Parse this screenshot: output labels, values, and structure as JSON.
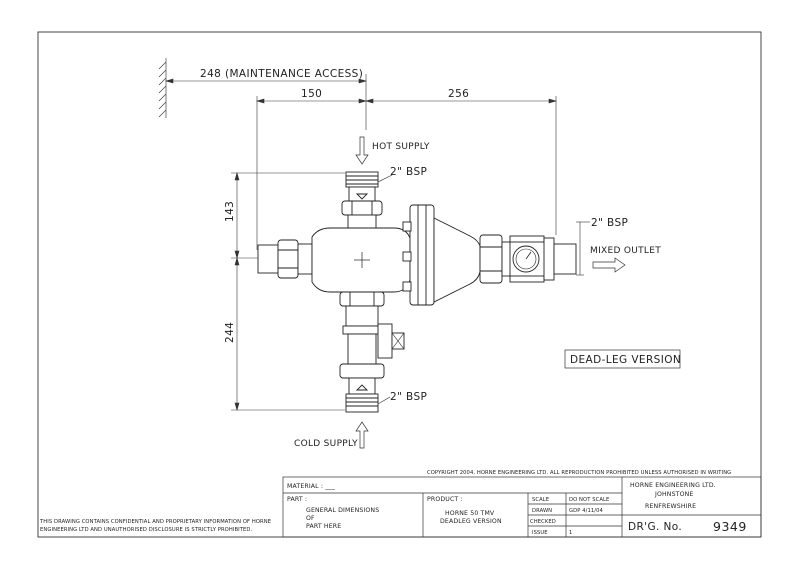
{
  "dimensions": {
    "maintenance": "248 (MAINTENANCE ACCESS)",
    "left_offset": "150",
    "right_offset": "256",
    "upper_height": "143",
    "lower_height": "244"
  },
  "labels": {
    "hot_supply": "HOT SUPPLY",
    "cold_supply": "COLD SUPPLY",
    "mixed_outlet": "MIXED OUTLET",
    "bsp_top": "2\" BSP",
    "bsp_bottom": "2\" BSP",
    "bsp_right": "2\" BSP",
    "dead_leg": "DEAD-LEG VERSION"
  },
  "copyright": "COPYRIGHT 2004, HORNE ENGINEERING LTD. ALL REPRODUCTION PROHIBITED UNLESS AUTHORISED IN WRITING",
  "disclaimer": {
    "line1": "THIS DRAWING CONTAINS CONFIDENTIAL AND PROPRIETARY INFORMATION OF HORNE",
    "line2": "ENGINEERING LTD AND UNAUTHORISED DISCLOSURE IS STRICTLY PROHIBITED."
  },
  "title_block": {
    "material": "MATERIAL : ___",
    "part_label": "PART :",
    "part_line1": "GENERAL DIMENSIONS",
    "part_line2": "OF",
    "part_line3": "PART HERE",
    "product_label": "PRODUCT :",
    "product_line1": "HORNE 50 TMV",
    "product_line2": "DEADLEG VERSION",
    "scale_label": "SCALE",
    "scale_value": "DO NOT SCALE",
    "drawn_label": "DRAWN",
    "drawn_value": "GDP 4/11/04",
    "checked_label": "CHECKED",
    "checked_value": "",
    "issue_label": "ISSUE",
    "issue_value": "1",
    "company_line1": "HORNE ENGINEERING LTD.",
    "company_line2": "JOHNSTONE",
    "company_line3": "RENFREWSHIRE",
    "drawing_label": "DR'G. No.",
    "drawing_number": "9349"
  }
}
